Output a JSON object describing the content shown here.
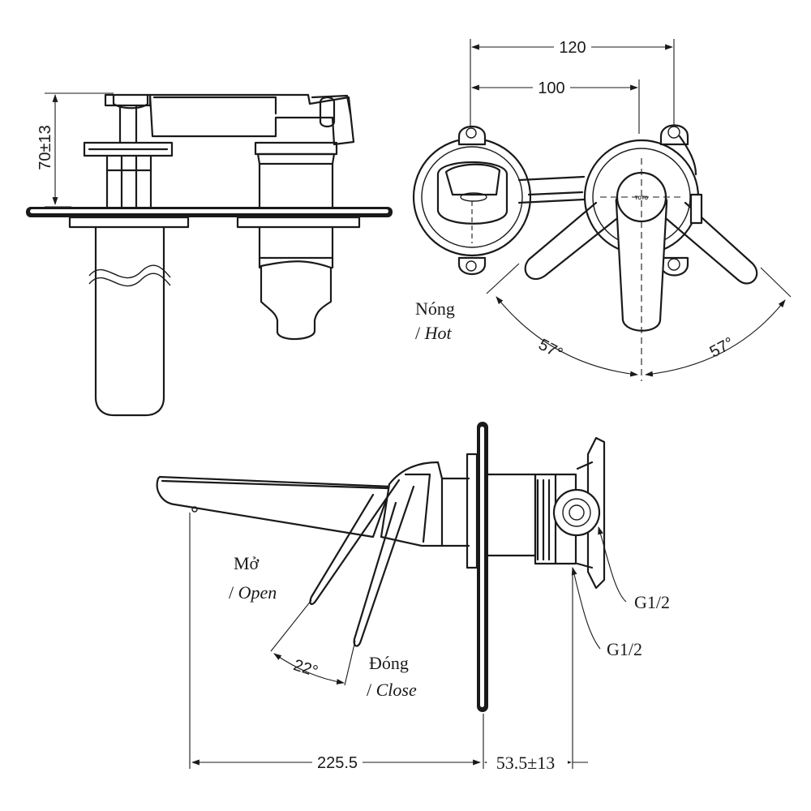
{
  "dimensions": {
    "d_70": "70±13",
    "d_120": "120",
    "d_100": "100",
    "d_225": "225.5",
    "d_53": "53.5±13",
    "g1": "G1/2",
    "g2": "G1/2",
    "ang_left": "57°",
    "ang_right": "57°",
    "ang_open": "22°"
  },
  "labels": {
    "hot_vn": "Nóng",
    "hot_sep": "/ ",
    "hot_en": "Hot",
    "open_vn": "Mở",
    "open_sep": "/ ",
    "open_en": "Open",
    "close_vn": "Đóng",
    "close_sep": "/ ",
    "close_en": "Close",
    "brand_mark": "TOTO"
  }
}
